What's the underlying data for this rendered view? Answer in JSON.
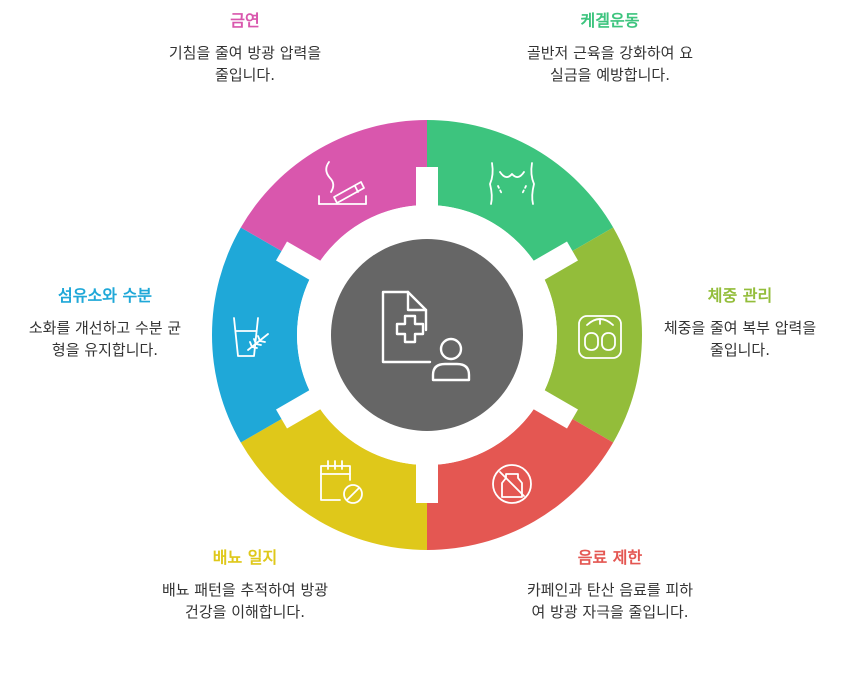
{
  "colors": {
    "center": "#666666",
    "icon_stroke": "#ffffff"
  },
  "segments": [
    {
      "id": "kegel",
      "title": "케겔운동",
      "desc": "골반저 근육을 강화하여 요실금을 예방합니다.",
      "color": "#3dc47e",
      "icon": "pelvic-muscle-icon"
    },
    {
      "id": "weight",
      "title": "체중 관리",
      "desc": "체중을 줄여 복부 압력을 줄입니다.",
      "color": "#93bd3a",
      "icon": "scale-icon"
    },
    {
      "id": "drink",
      "title": "음료 제한",
      "desc": "카페인과 탄산 음료를 피하여 방광 자극을 줄입니다.",
      "color": "#e45752",
      "icon": "no-drink-icon"
    },
    {
      "id": "diary",
      "title": "배뇨 일지",
      "desc": "배뇨 패턴을 추적하여 방광 건강을 이해합니다.",
      "color": "#dfc81a",
      "icon": "calendar-block-icon"
    },
    {
      "id": "fiber",
      "title": "섬유소와 수분",
      "desc": "소화를 개선하고 수분 균형을 유지합니다.",
      "color": "#1fa8d8",
      "icon": "glass-herb-icon"
    },
    {
      "id": "smoke",
      "title": "금연",
      "desc": "기침을 줄여 방광 압력을 줄입니다.",
      "color": "#d957ad",
      "icon": "smoking-icon"
    }
  ],
  "center_icon": "medical-document-user-icon"
}
